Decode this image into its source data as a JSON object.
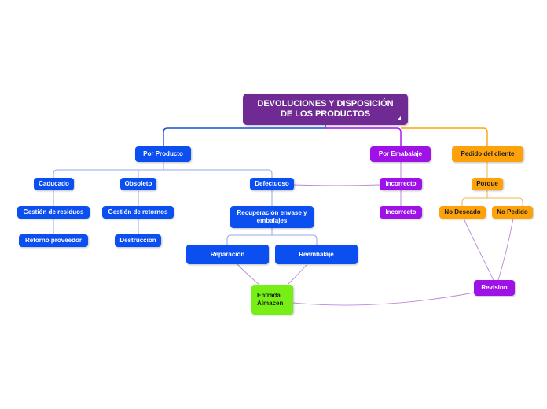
{
  "root": {
    "line1": "DEVOLUCIONES Y DISPOSICIÓN",
    "line2": "DE LOS PRODUCTOS"
  },
  "nodes": {
    "por_producto": "Por Producto",
    "por_embalaje": "Por Emabalaje",
    "pedido_cliente": "Pedido del cliente",
    "caducado": "Caducado",
    "obsoleto": "Obsoleto",
    "defectuoso": "Defectuoso",
    "incorrecto_1": "Incorrecto",
    "incorrecto_2": "Incorrecto",
    "porque": "Porque",
    "gestion_residuos": "Gestión de residuos",
    "gestion_retornos": "Gestión de retornos",
    "recuperacion_l1": "Recuperación envase y",
    "recuperacion_l2": "embalajes",
    "no_deseado": "No Deseado",
    "no_pedido": "No Pedido",
    "retorno_proveedor": "Retorno proveedor",
    "destruccion": "Destruccion",
    "reparacion": "Reparación",
    "reembalaje": "Reembalaje",
    "entrada_l1": "Entrada",
    "entrada_l2": "Almacen",
    "revision": "Revision"
  },
  "colors": {
    "blue": "#0b4ff0",
    "purple": "#9e12e8",
    "orange": "#fea20c",
    "green": "#77ee16",
    "root": "#6f2b93",
    "line_blue": "#8fa8e8",
    "line_purple": "#b98ad8",
    "line_orange": "#f6b64a"
  }
}
